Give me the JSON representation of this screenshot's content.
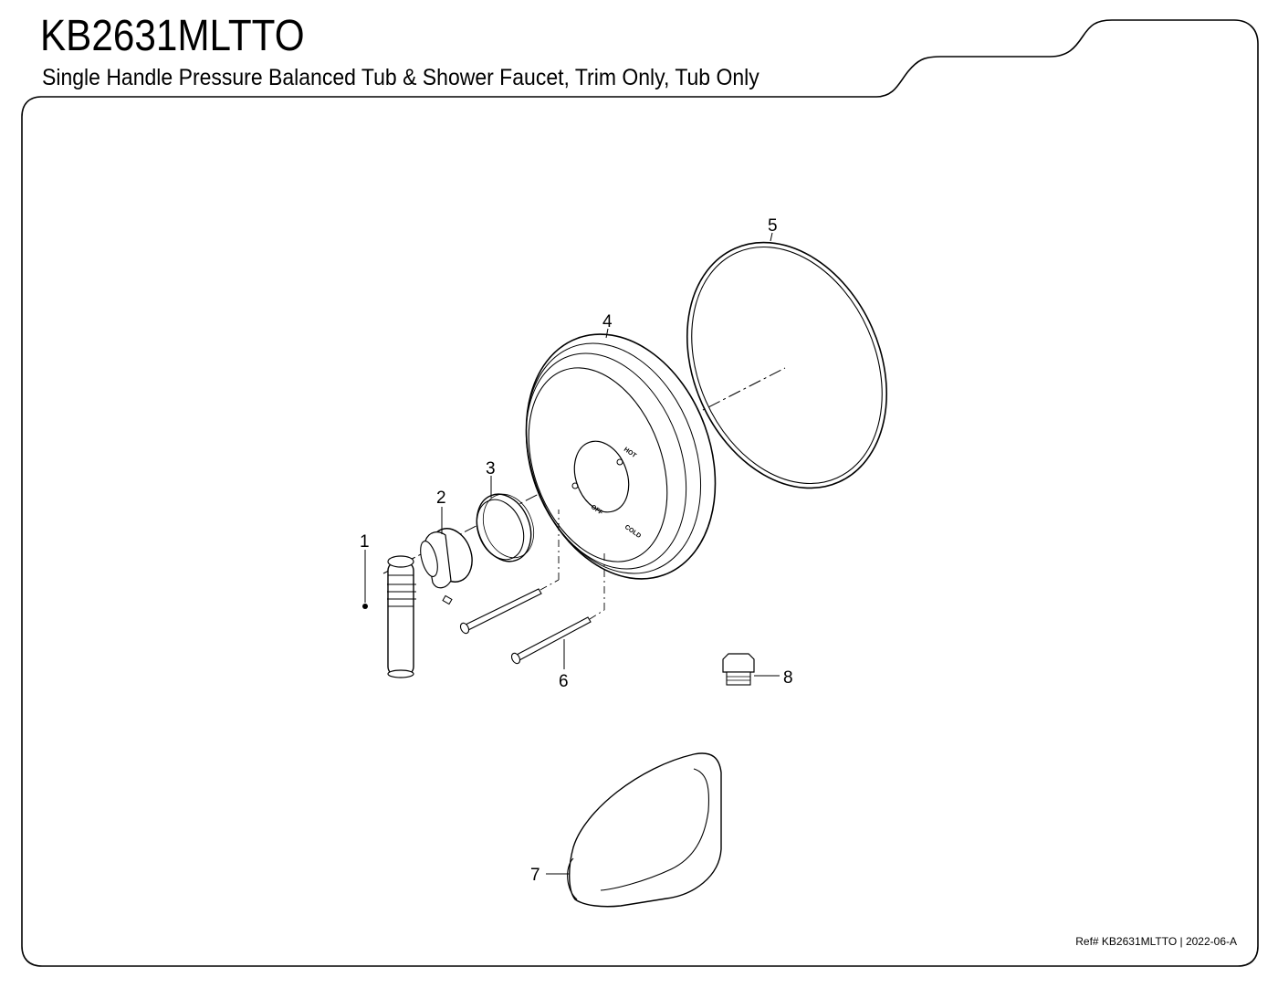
{
  "header": {
    "model_number": "KB2631MLTTO",
    "description": "Single Handle Pressure Balanced Tub & Shower Faucet, Trim Only, Tub Only"
  },
  "footer": {
    "reference": "Ref# KB2631MLTTO | 2022-06-A"
  },
  "escutcheon_markings": {
    "hot": "HOT",
    "off": "OFF",
    "cold": "COLD"
  },
  "callouts": [
    {
      "number": "1"
    },
    {
      "number": "2"
    },
    {
      "number": "3"
    },
    {
      "number": "4"
    },
    {
      "number": "5"
    },
    {
      "number": "6"
    },
    {
      "number": "7"
    },
    {
      "number": "8"
    }
  ]
}
